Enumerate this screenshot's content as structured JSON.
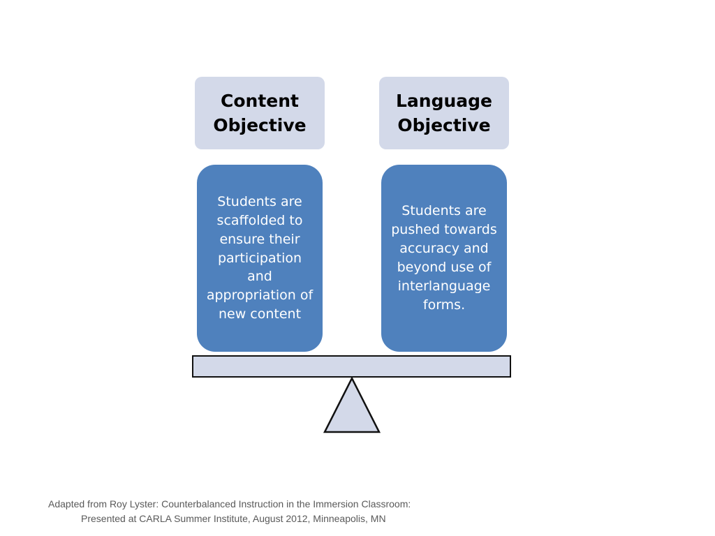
{
  "left": {
    "header": "Content Objective",
    "body": "Students are scaffolded to ensure their participation and appropriation of new content"
  },
  "right": {
    "header": "Language Objective",
    "body": "Students are pushed towards accuracy and beyond use of interlanguage forms."
  },
  "citation": {
    "line1": "Adapted from Roy Lyster: Counterbalanced Instruction in the Immersion Classroom:",
    "line2": "Presented at CARLA Summer Institute, August 2012, Minneapolis, MN"
  },
  "colors": {
    "header_fill": "#d3d9e9",
    "body_fill": "#4f81bd",
    "beam_fill": "#d3d9e9",
    "outline": "#111111"
  }
}
